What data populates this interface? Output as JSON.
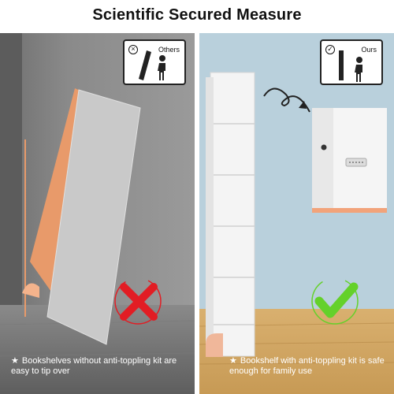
{
  "title": "Scientific Secured Measure",
  "left": {
    "badge_label": "Others",
    "caption": "Bookshelves without anti-toppling kit are easy to tip over",
    "bullet": "★"
  },
  "right": {
    "badge_label": "Ours",
    "caption": "Bookshelf with anti-toppling kit is safe enough for family use",
    "bullet": "★"
  },
  "colors": {
    "left_bg": "#8f8f8f",
    "right_bg": "#b9d0dc",
    "cross": "#e21d24",
    "check": "#64d12a",
    "floor": "#d9b06f"
  }
}
